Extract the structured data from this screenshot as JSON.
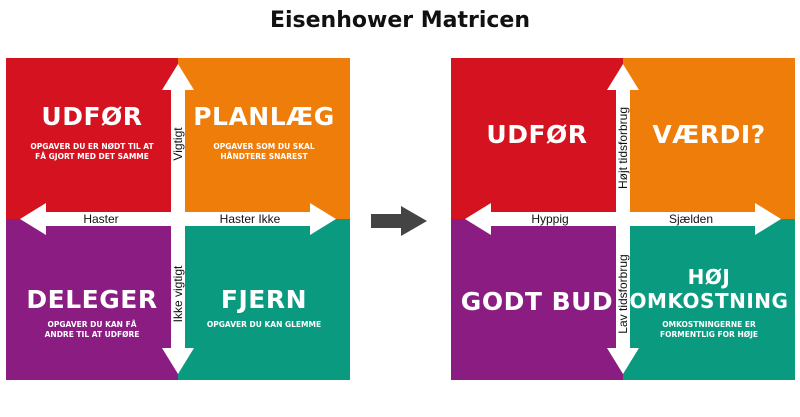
{
  "title": "Eisenhower Matricen",
  "left_matrix": {
    "quadrants": {
      "top_left": {
        "heading": "UDFØR",
        "subtitle": [
          "OPGAVER DU ER NØDT TIL AT",
          "FÅ GJORT MED DET SAMME"
        ]
      },
      "top_right": {
        "heading": "PLANLÆG",
        "subtitle": [
          "OPGAVER SOM DU SKAL",
          "HÅNDTERE SNAREST"
        ]
      },
      "bottom_left": {
        "heading": "DELEGER",
        "subtitle": [
          "OPGAVER DU KAN FÅ",
          "ANDRE TIL AT UDFØRE"
        ]
      },
      "bottom_right": {
        "heading": "FJERN",
        "subtitle": [
          "OPGAVER DU KAN GLEMME"
        ]
      }
    },
    "axis_labels": {
      "left": "Haster",
      "right": "Haster Ikke",
      "top": "Vigtigt",
      "bottom": "Ikke vigtigt"
    }
  },
  "right_matrix": {
    "quadrants": {
      "top_left": {
        "heading": [
          "UDFØR"
        ],
        "subtitle": []
      },
      "top_right": {
        "heading": [
          "VÆRDI?"
        ],
        "subtitle": []
      },
      "bottom_left": {
        "heading": [
          "GODT BUD"
        ],
        "subtitle": []
      },
      "bottom_right": {
        "heading": [
          "HØJ",
          "OMKOSTNING"
        ],
        "subtitle": [
          "OMKOSTNINGERNE ER",
          "FORMENTLIG FOR HØJE"
        ]
      }
    },
    "axis_labels": {
      "left": "Hyppig",
      "right": "Sjælden",
      "top": "Højt tidsforbrug",
      "bottom": "Lav tidsforbrug"
    }
  },
  "colors": {
    "red": "#d5121f",
    "orange": "#ef7d0a",
    "purple": "#8a1c82",
    "teal": "#0a9a80",
    "arrow": "#444444"
  }
}
